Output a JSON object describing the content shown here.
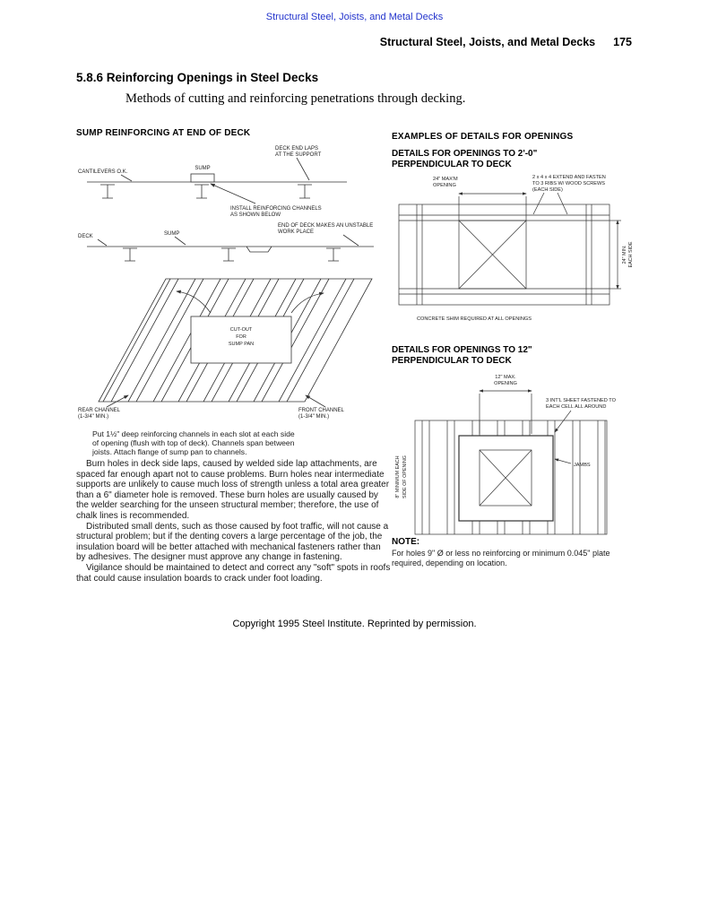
{
  "page": {
    "top_link": "Structural Steel, Joists, and Metal Decks",
    "running_header_title": "Structural Steel, Joists, and Metal Decks",
    "page_number": "175",
    "section_heading": "5.8.6 Reinforcing Openings in Steel Decks",
    "intro": "Methods of cutting and reinforcing penetrations through decking.",
    "copyright": "Copyright 1995 Steel Institute. Reprinted by permission."
  },
  "left_figure": {
    "title": "SUMP REINFORCING AT END OF DECK",
    "labels": {
      "cantilevers": "CANTILEVERS O.K.",
      "sump_top": "SUMP",
      "deck_end_laps": [
        "DECK END LAPS",
        "AT THE SUPPORT"
      ],
      "install_channels": [
        "INSTALL REINFORCING CHANNELS",
        "AS SHOWN BELOW"
      ],
      "deck": "DECK",
      "sump_mid": "SUMP",
      "end_of_deck": [
        "END OF DECK MAKES AN UNSTABLE",
        "WORK PLACE"
      ],
      "cutout": [
        "CUT-OUT",
        "FOR",
        "SUMP PAN"
      ],
      "rear_channel": [
        "REAR CHANNEL",
        "(1-3/4\" MIN.)"
      ],
      "front_channel": [
        "FRONT CHANNEL",
        "(1-3/4\" MIN.)"
      ]
    },
    "caption_lines": [
      "Put 1½\" deep reinforcing channels in each slot at each side",
      "of opening (flush with top of deck). Channels span between",
      "joists. Attach flange of sump pan to channels."
    ],
    "body_paragraphs": [
      "Burn holes in deck side laps, caused by welded side lap attachments, are spaced far enough apart not to cause problems. Burn holes near intermediate supports are unlikely to cause much loss of strength unless a total area greater than a 6\" diameter hole is removed. These burn holes are usually caused by the welder searching for the unseen structural member; therefore, the use of chalk lines is recommended.",
      "Distributed small dents, such as those caused by foot traffic, will not cause a structural problem; but if the denting covers a large percentage of the job, the insulation board will be better attached with mechanical fasteners rather than by adhesives. The designer must approve any change in fastening.",
      "Vigilance should be maintained to detect and correct any \"soft\" spots in roofs that could cause insulation boards to crack under foot loading."
    ]
  },
  "right_figure": {
    "title": "EXAMPLES OF DETAILS FOR OPENINGS",
    "detail1": {
      "heading_lines": [
        "DETAILS FOR OPENINGS TO 2'-0\"",
        "PERPENDICULAR TO DECK"
      ],
      "opening_label": [
        "24\" MAX'M",
        "OPENING"
      ],
      "fasten_label": [
        "2 x 4 x 4 EXTEND AND FASTEN",
        "TO 3 RIBS W/ WOOD SCREWS",
        "(EACH SIDE)"
      ],
      "side_label": [
        "24\" MIN.",
        "EACH SIDE"
      ],
      "bottom_note": "CONCRETE SHIM REQUIRED AT ALL OPENINGS"
    },
    "detail2": {
      "heading_lines": [
        "DETAILS FOR OPENINGS TO 12\"",
        "PERPENDICULAR TO DECK"
      ],
      "opening_label": [
        "12\" MAX.",
        "OPENING"
      ],
      "fastener_label": [
        "3 INT'L SHEET FASTENED TO",
        "EACH CELL ALL AROUND"
      ],
      "jambs_label": "JAMBS",
      "side_label": [
        "8\" MINIMUM EACH",
        "SIDE OF OPENING"
      ]
    },
    "note_label": "NOTE:",
    "note_lines": [
      "For holes 9\" Ø or less no reinforcing or minimum 0.045\" plate",
      "required, depending on location."
    ]
  }
}
